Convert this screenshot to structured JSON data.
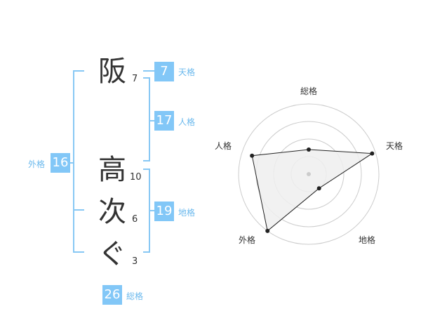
{
  "name_chars": [
    {
      "char": "阪",
      "strokes": "7"
    },
    {
      "char": "高",
      "strokes": "10"
    },
    {
      "char": "次",
      "strokes": "6"
    },
    {
      "char": "ぐ",
      "strokes": "3"
    }
  ],
  "fortunes": {
    "tenkaku": {
      "label": "天格",
      "value": "7"
    },
    "jinkaku": {
      "label": "人格",
      "value": "17"
    },
    "chikaku": {
      "label": "地格",
      "value": "19"
    },
    "gaikaku": {
      "label": "外格",
      "value": "16"
    },
    "soukaku": {
      "label": "総格",
      "value": "26"
    }
  },
  "chart_data": {
    "type": "radar",
    "axes": [
      "総格",
      "天格",
      "地格",
      "外格",
      "人格"
    ],
    "values": [
      0.35,
      0.95,
      0.25,
      1.0,
      0.85
    ],
    "range": [
      0,
      1
    ],
    "rings": 4,
    "colors": {
      "fill": "#eeeeee",
      "stroke": "#222222",
      "ring": "#cccccc",
      "badge": "#82c7f7",
      "line": "#88c8f4"
    }
  }
}
